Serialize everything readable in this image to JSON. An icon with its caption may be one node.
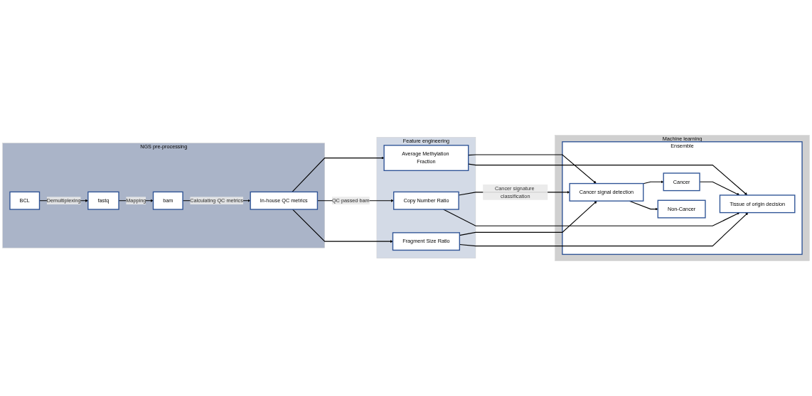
{
  "diagram": {
    "nodes": [
      {
        "text": [
          "NGS pre-processing"
        ]
      },
      {
        "text": [
          "BCL"
        ],
        "in": 0
      },
      {
        "text": [
          "fastq"
        ],
        "in": 0
      },
      {
        "text": [
          "bam"
        ],
        "in": 0
      },
      {
        "text": [
          "In-house QC metrics"
        ],
        "in": 0
      },
      {
        "text": [
          "Feature engineering"
        ]
      },
      {
        "text": [
          "Average Methylation Fraction"
        ],
        "in": 5
      },
      {
        "text": [
          "Copy Number Ratio"
        ],
        "in": 5
      },
      {
        "text": [
          "Fragment Size Ratio"
        ],
        "in": 5
      },
      {
        "text": [
          "Machine learning"
        ]
      },
      {
        "text": [
          "Ensemble"
        ],
        "in": 9
      },
      {
        "text": [
          "Cancer signal detection"
        ],
        "in": 10
      },
      {
        "text": [
          "Cancer"
        ],
        "in": 10
      },
      {
        "text": [
          "Non-Cancer"
        ],
        "in": 10
      },
      {
        "text": [
          "Tissue of origin decision"
        ],
        "in": 10
      }
    ],
    "edges": [
      {
        "from": 1,
        "to": 2,
        "arrow": "to",
        "label": "Demultiplexing"
      },
      {
        "from": 2,
        "to": 3,
        "arrow": "to",
        "label": "Mapping"
      },
      {
        "from": 3,
        "to": 4,
        "arrow": "to",
        "label": "Calculating QC metrics"
      },
      {
        "from": 4,
        "to": 6,
        "arrow": "to"
      },
      {
        "from": 4,
        "to": 7,
        "arrow": "to",
        "label": "QC passed bam"
      },
      {
        "from": 4,
        "to": 8,
        "arrow": "to"
      },
      {
        "from": 6,
        "to": 11,
        "arrow": "to"
      },
      {
        "from": 7,
        "to": 11,
        "arrow": "to",
        "label": "Cancer signature classification"
      },
      {
        "from": 8,
        "to": 11,
        "arrow": "to"
      },
      {
        "from": 6,
        "to": 14,
        "arrow": "to"
      },
      {
        "from": 7,
        "to": 14,
        "arrow": "to"
      },
      {
        "from": 8,
        "to": 14,
        "arrow": "to"
      },
      {
        "from": 11,
        "to": 12,
        "arrow": "to"
      },
      {
        "from": 11,
        "to": 13,
        "arrow": "to"
      },
      {
        "from": 12,
        "to": 14,
        "arrow": "to"
      }
    ]
  }
}
